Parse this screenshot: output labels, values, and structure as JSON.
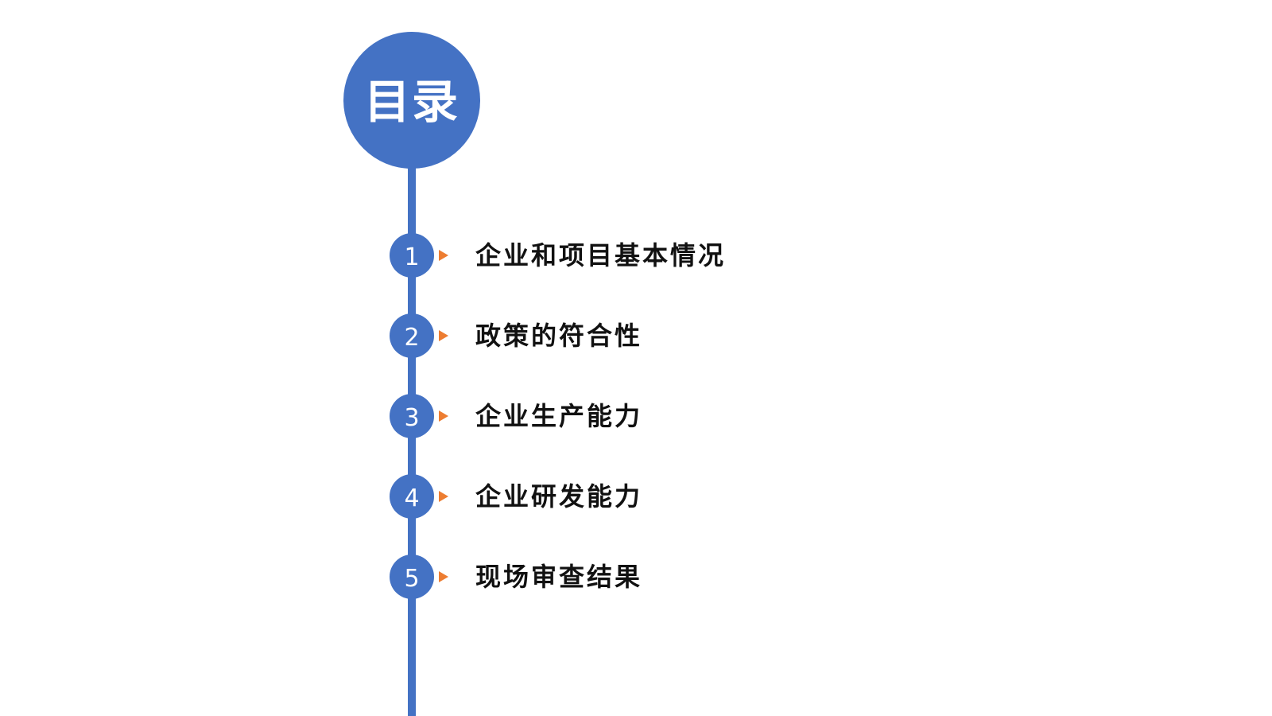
{
  "title": "目录",
  "accent_color": "#4472C4",
  "arrow_color": "#ED7D31",
  "items": [
    {
      "number": "1",
      "label": "企业和项目基本情况"
    },
    {
      "number": "2",
      "label": "政策的符合性"
    },
    {
      "number": "3",
      "label": "企业生产能力"
    },
    {
      "number": "4",
      "label": "企业研发能力"
    },
    {
      "number": "5",
      "label": "现场审查结果"
    }
  ]
}
